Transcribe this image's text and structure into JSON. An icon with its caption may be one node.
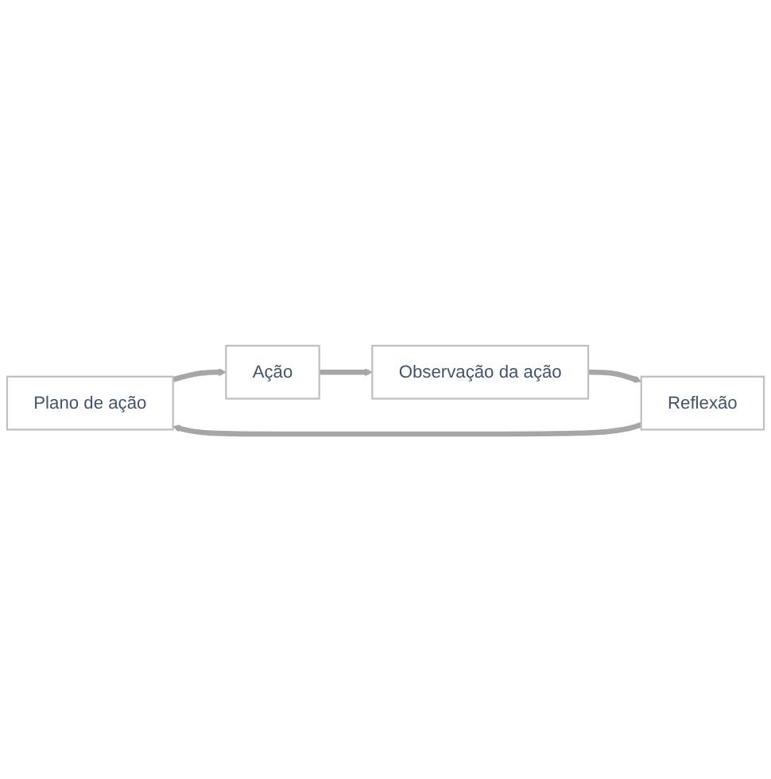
{
  "diagram": {
    "nodes": [
      {
        "text": [
          "Plano de ação"
        ]
      },
      {
        "text": [
          "Ação"
        ]
      },
      {
        "text": [
          "Observação da ação"
        ]
      },
      {
        "text": [
          "Reflexão"
        ]
      }
    ],
    "edges": [
      {
        "from": 0,
        "to": 1,
        "arrow": "to"
      },
      {
        "from": 1,
        "to": 2,
        "arrow": "to"
      },
      {
        "from": 2,
        "to": 3,
        "arrow": "to"
      },
      {
        "from": 3,
        "to": 0,
        "arrow": "to"
      }
    ]
  }
}
